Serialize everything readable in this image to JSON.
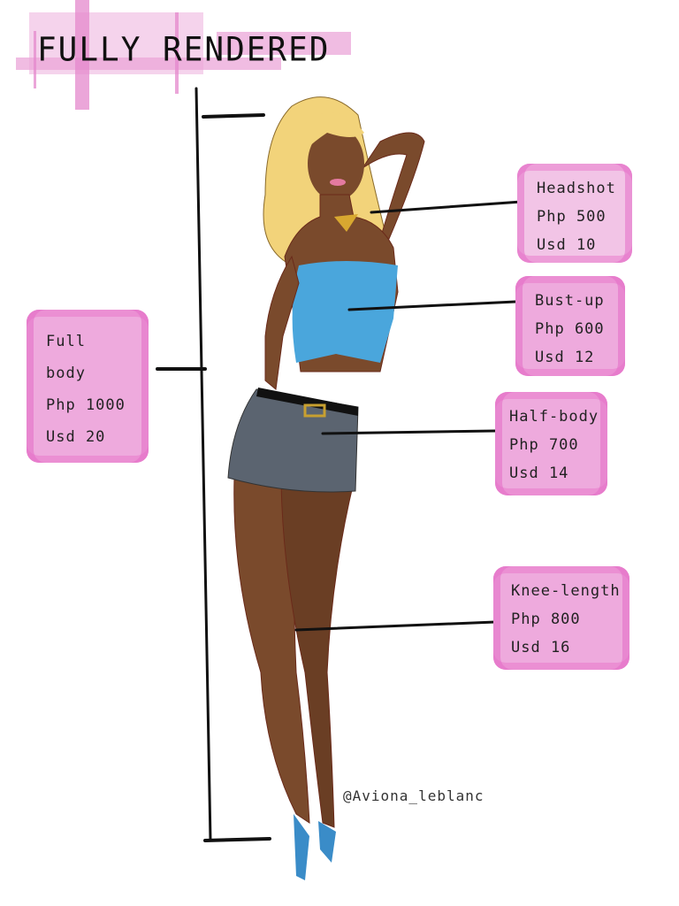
{
  "title": "FULLY RENDERED",
  "price_boxes": [
    {
      "lines": [
        "Headshot",
        "Php 500",
        "Usd 10"
      ],
      "color": "#f2c4e6"
    },
    {
      "lines": [
        "Bust-up",
        "Php 600",
        "Usd 12"
      ],
      "color": "#eeaadd"
    },
    {
      "lines": [
        "Half-body",
        "Php 700",
        "Usd 14"
      ],
      "color": "#eeaadd"
    },
    {
      "lines": [
        "Knee-length",
        "Php 800",
        "Usd 16"
      ],
      "color": "#eeaadd"
    },
    {
      "lines": [
        "Full",
        "body",
        "Php 1000",
        "Usd 20"
      ],
      "color": "#eeaadd"
    }
  ],
  "watermark": "@Aviona_leblanc",
  "colors": {
    "accent_pink": "#e98fd0",
    "top": "#4aa6dc",
    "skirt": "#5b6470",
    "skin": "#7a4a2c",
    "hair": "#f2d37a"
  }
}
